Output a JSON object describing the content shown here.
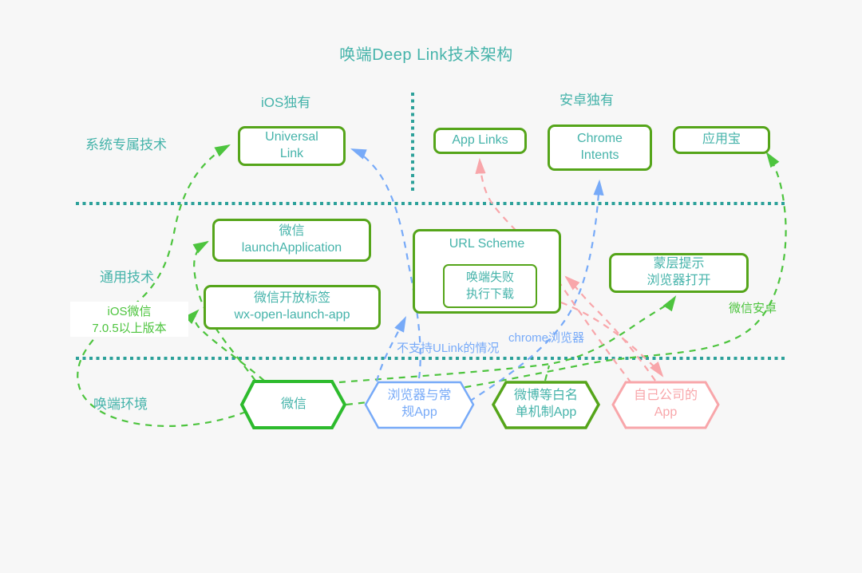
{
  "title": "唤端Deep Link技术架构",
  "sections": {
    "ios_exclusive": "iOS独有",
    "android_exclusive": "安卓独有",
    "row_system": "系统专属技术",
    "row_general": "通用技术",
    "row_environment": "唤端环境"
  },
  "nodes": {
    "universal_link": "Universal\nLink",
    "app_links": "App Links",
    "chrome_intents": "Chrome\nIntents",
    "yingyongbao": "应用宝",
    "wechat_launch": "微信\nlaunchApplication",
    "wechat_open_tag": "微信开放标签\nwx-open-launch-app",
    "url_scheme": "URL Scheme",
    "fail_download": "唤端失败\n执行下载",
    "mask_tip": "蒙层提示\n浏览器打开"
  },
  "environments": {
    "wechat": "微信",
    "browser": "浏览器与常\n规App",
    "weibo": "微博等白名\n单机制App",
    "own_app": "自己公司的\nApp"
  },
  "annotations": {
    "ios_wechat_version": "iOS微信\n7.0.5以上版本",
    "ulink_unsupported": "不支持ULink的情况",
    "chrome_browser": "chrome浏览器",
    "wechat_android": "微信安卓"
  },
  "edges": [
    {
      "from": "wechat",
      "to": "universal_link",
      "color": "green",
      "label": "iOS微信 7.0.5以上版本"
    },
    {
      "from": "wechat",
      "to": "wechat_launch",
      "color": "green"
    },
    {
      "from": "wechat",
      "to": "wechat_open_tag",
      "color": "green"
    },
    {
      "from": "wechat",
      "to": "mask_tip",
      "color": "green"
    },
    {
      "from": "wechat",
      "to": "yingyongbao",
      "color": "green",
      "label": "微信安卓"
    },
    {
      "from": "browser",
      "to": "universal_link",
      "color": "blue"
    },
    {
      "from": "browser",
      "to": "url_scheme",
      "color": "blue",
      "label": "不支持ULink的情况"
    },
    {
      "from": "browser",
      "to": "chrome_intents",
      "color": "blue",
      "label": "chrome浏览器"
    },
    {
      "from": "own_app",
      "to": "app_links",
      "color": "pink"
    },
    {
      "from": "own_app",
      "to": "url_scheme",
      "color": "pink"
    },
    {
      "from": "url_scheme",
      "to": "own_app",
      "color": "pink"
    }
  ],
  "colors": {
    "background": "#f7f7f7",
    "teal_text": "#45b3aa",
    "teal_dots": "#2da19a",
    "box_border_green": "#55a51a",
    "arrow_green": "#4dc43e",
    "wechat_hex_green": "#2dbb2d",
    "blue": "#77aaf8",
    "pink": "#f8a6aa"
  }
}
